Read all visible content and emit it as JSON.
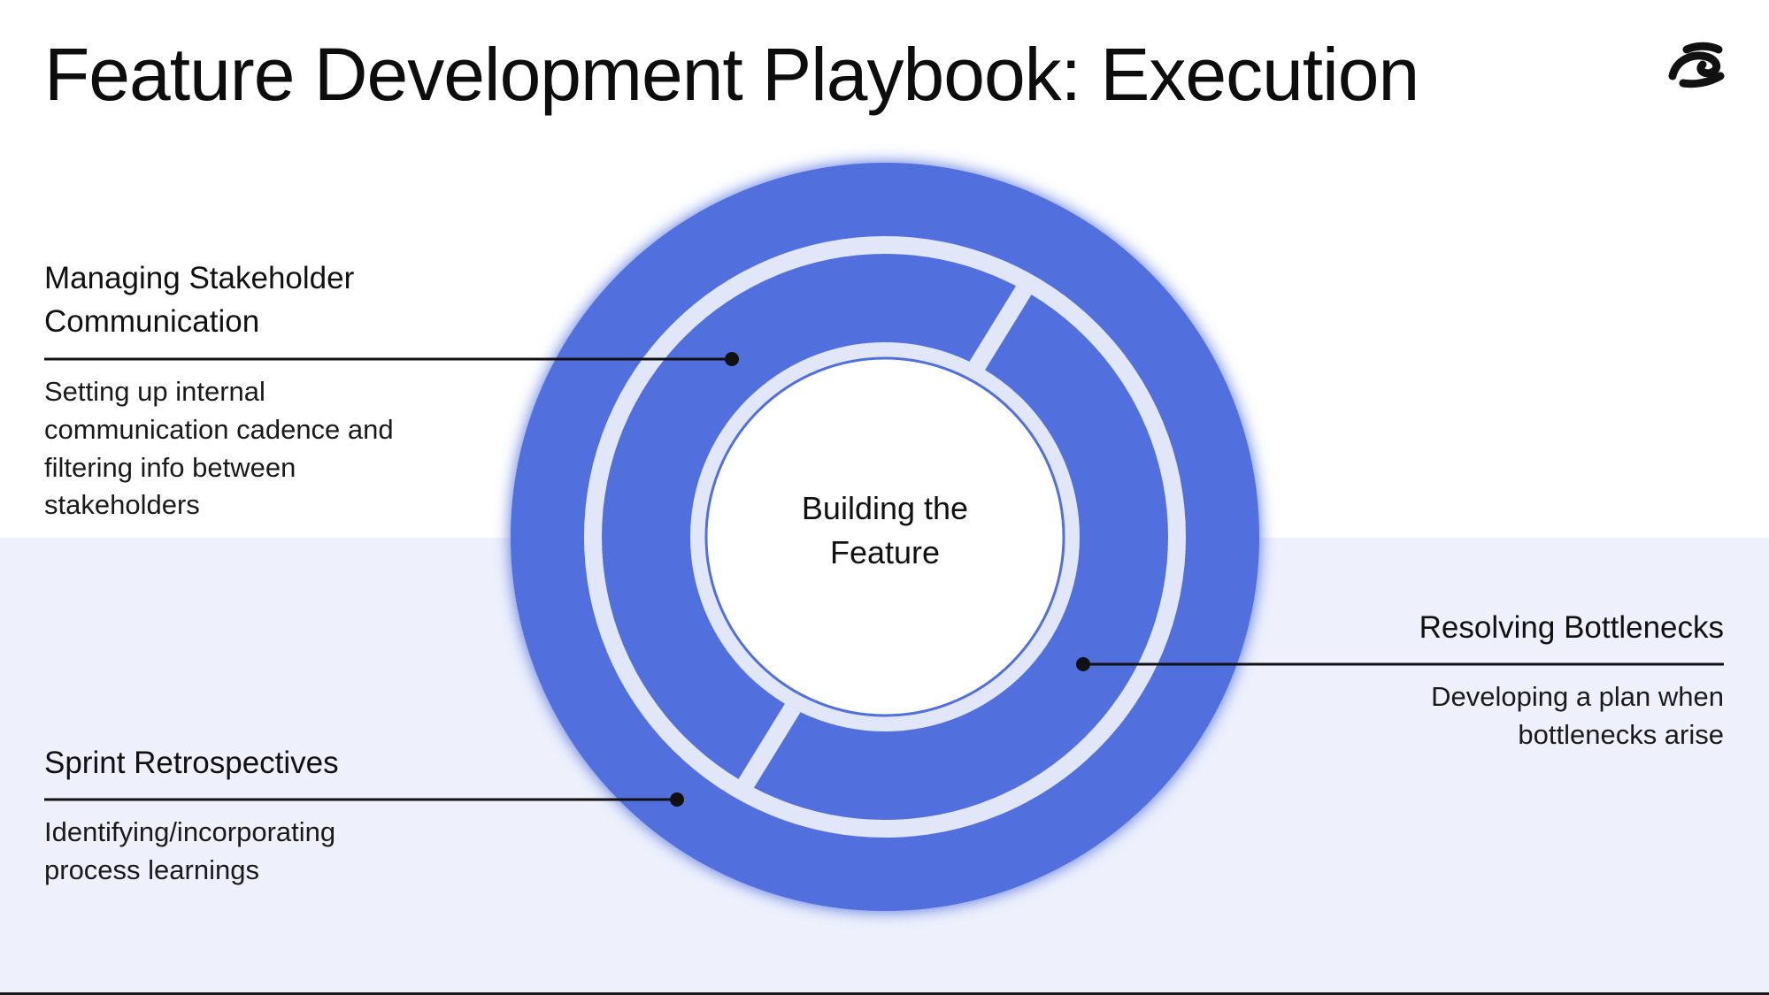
{
  "slide": {
    "title": "Feature Development Playbook: Execution"
  },
  "diagram": {
    "center_label": "Building the Feature",
    "colors": {
      "ring": "#5170de",
      "gap": "#dfe4f8",
      "background_band": "#eef1fc",
      "center": "#ffffff",
      "line": "#111111"
    },
    "callouts": [
      {
        "id": "managing-stakeholder-communication",
        "title": "Managing Stakeholder Communication",
        "description": "Setting up internal communication cadence and filtering info between stakeholders"
      },
      {
        "id": "resolving-bottlenecks",
        "title": "Resolving Bottlenecks",
        "description": "Developing a plan when bottlenecks arise"
      },
      {
        "id": "sprint-retrospectives",
        "title": "Sprint Retrospectives",
        "description": "Identifying/incorporating process learnings"
      }
    ]
  },
  "logo": {
    "icon": "brand-logo-icon"
  }
}
